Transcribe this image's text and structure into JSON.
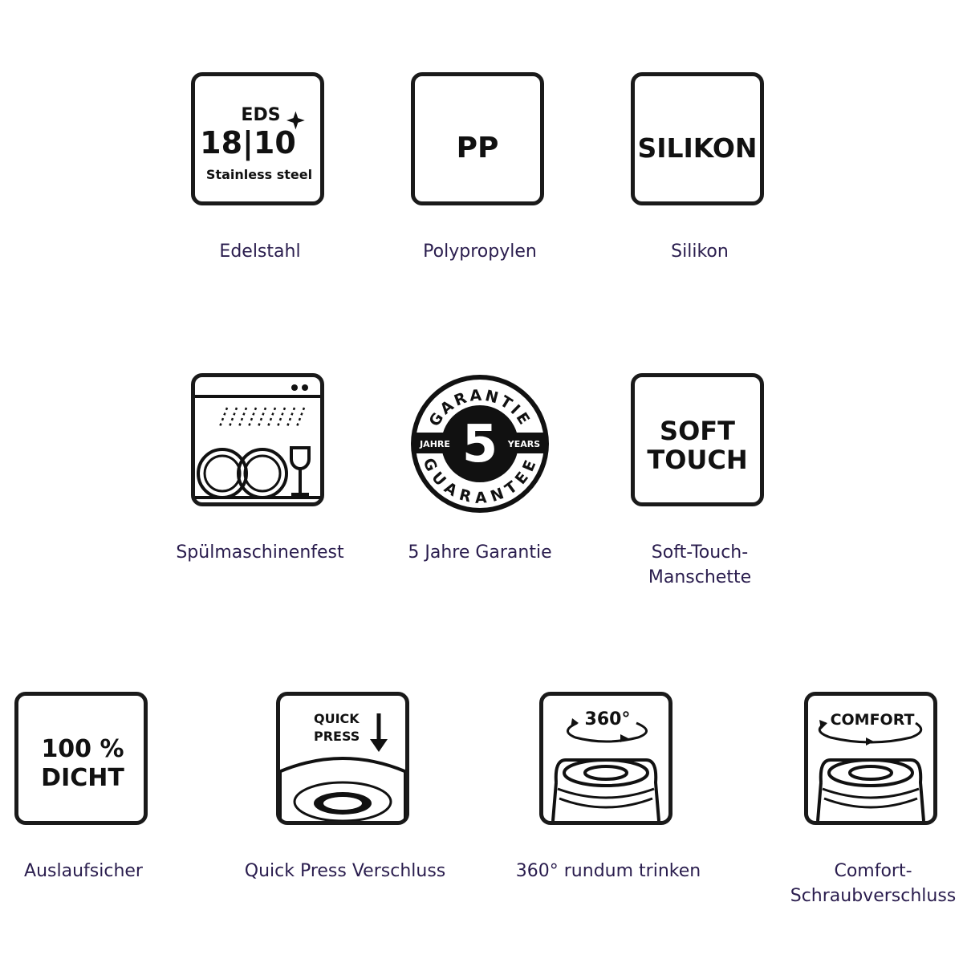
{
  "features": {
    "edelstahl": {
      "badge_top": "EDS",
      "badge_main": "18|10",
      "badge_bottom": "Stainless steel",
      "caption": "Edelstahl"
    },
    "polypropylen": {
      "badge": "PP",
      "caption": "Polypropylen"
    },
    "silikon": {
      "badge": "SILIKON",
      "caption": "Silikon"
    },
    "spuelmaschine": {
      "caption": "Spülmaschinenfest"
    },
    "garantie": {
      "ring_top": "GARANTIE",
      "ring_bottom": "GUARANTEE",
      "number": "5",
      "left": "JAHRE",
      "right": "YEARS",
      "caption": "5 Jahre Garantie"
    },
    "softtouch": {
      "badge_line1": "SOFT",
      "badge_line2": "TOUCH",
      "caption_line1": "Soft-Touch-",
      "caption_line2": "Manschette"
    },
    "dicht": {
      "badge_line1": "100 %",
      "badge_line2": "DICHT",
      "caption": "Auslaufsicher"
    },
    "quickpress": {
      "badge_line1": "QUICK",
      "badge_line2": "PRESS",
      "caption": "Quick Press Verschluss"
    },
    "rundum": {
      "badge": "360°",
      "caption": "360° rundum trinken"
    },
    "comfort": {
      "badge": "COMFORT",
      "caption_line1": "Comfort-",
      "caption_line2": "Schraubverschluss"
    }
  },
  "colors": {
    "ink": "#1a1a1a",
    "caption": "#2a1d4e"
  }
}
